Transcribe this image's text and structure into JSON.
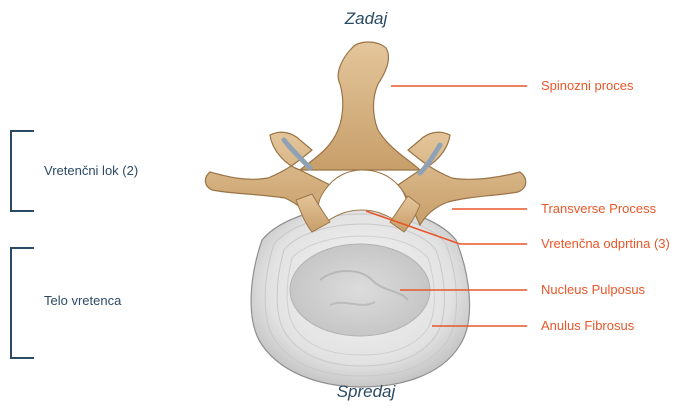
{
  "orientation": {
    "top": "Zadaj",
    "bottom": "Spredaj"
  },
  "labels_right": [
    {
      "id": "spinous",
      "text": "Spinozni proces"
    },
    {
      "id": "transverse",
      "text": "Transverse Process"
    },
    {
      "id": "foramen",
      "text": "Vretenčna odprtina (3)"
    },
    {
      "id": "nucleus",
      "text": "Nucleus Pulposus"
    },
    {
      "id": "anulus",
      "text": "Anulus Fibrosus"
    }
  ],
  "labels_left": [
    {
      "id": "arch",
      "text": "Vretenčni lok (2)"
    },
    {
      "id": "body",
      "text": "Telo vretenca"
    }
  ],
  "colors": {
    "accent": "#e8572a",
    "navy": "#2b4a66",
    "bone": "#d9b98c",
    "disc": "#e6e6e6"
  }
}
